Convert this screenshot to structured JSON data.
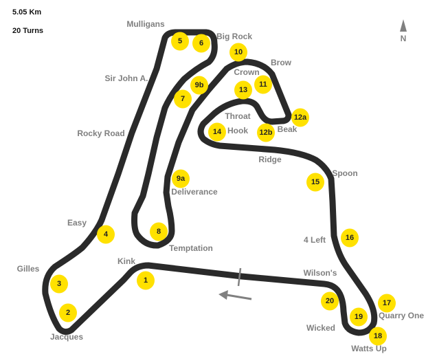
{
  "info": {
    "length": "5.05 Km",
    "turns_count": "20 Turns"
  },
  "compass": {
    "label": "N"
  },
  "colors": {
    "track": "#2a2a2a",
    "turn_marker": "#ffe100",
    "label": "#7f7f7f",
    "arrow": "#7f7f7f"
  },
  "corners": {
    "mulligans": "Mulligans",
    "big_rock": "Big Rock",
    "brow": "Brow",
    "crown": "Crown",
    "sir_john": "Sir John A.",
    "throat": "Throat",
    "hook": "Hook",
    "beak": "Beak",
    "rocky_road": "Rocky Road",
    "ridge": "Ridge",
    "spoon": "Spoon",
    "deliverance": "Deliverance",
    "easy": "Easy",
    "temptation": "Temptation",
    "four_left": "4 Left",
    "kink": "Kink",
    "gilles": "Gilles",
    "wilsons": "Wilson's",
    "quarry_one": "Quarry One",
    "wicked": "Wicked",
    "jacques": "Jacques",
    "watts_up": "Watts Up"
  },
  "turns": {
    "t1": "1",
    "t2": "2",
    "t3": "3",
    "t4": "4",
    "t5": "5",
    "t6": "6",
    "t7": "7",
    "t8": "8",
    "t9a": "9a",
    "t9b": "9b",
    "t10": "10",
    "t11": "11",
    "t12a": "12a",
    "t12b": "12b",
    "t13": "13",
    "t14": "14",
    "t15": "15",
    "t16": "16",
    "t17": "17",
    "t18": "18",
    "t19": "19",
    "t20": "20"
  }
}
